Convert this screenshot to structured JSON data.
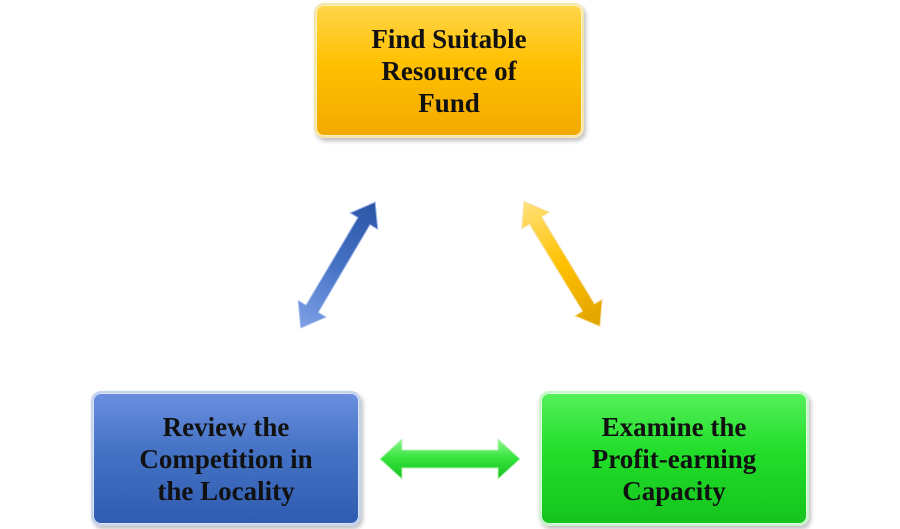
{
  "nodes": {
    "top": {
      "lines": [
        "Find Suitable",
        "Resource of",
        "Fund"
      ],
      "color": "#ffc000"
    },
    "left": {
      "lines": [
        "Review the",
        "Competition in",
        "the Locality"
      ],
      "color": "#4472c4"
    },
    "right": {
      "lines": [
        "Examine the",
        "Profit-earning",
        "Capacity"
      ],
      "color": "#22dd2a"
    }
  },
  "connectors": [
    {
      "between": [
        "left",
        "top"
      ],
      "style": "double-arrow",
      "color": "#4472c4"
    },
    {
      "between": [
        "top",
        "right"
      ],
      "style": "double-arrow",
      "color": "#ffc000"
    },
    {
      "between": [
        "left",
        "right"
      ],
      "style": "double-arrow",
      "color": "#22dd2a"
    }
  ]
}
